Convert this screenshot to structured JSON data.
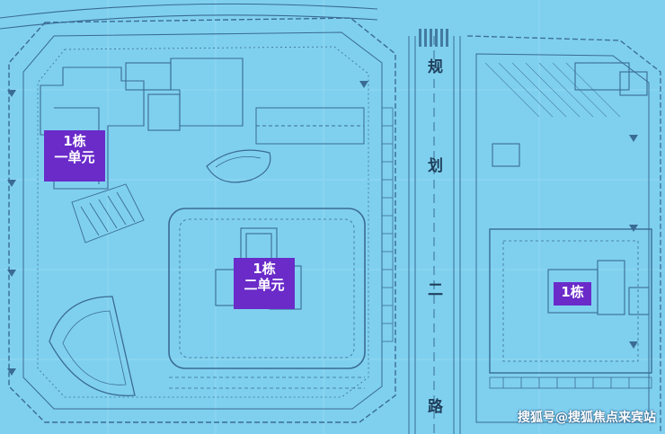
{
  "labels": {
    "unit1_line1": "1栋",
    "unit1_line2": "一单元",
    "unit2_line1": "1栋",
    "unit2_line2": "二单元",
    "unit3": "1栋"
  },
  "road": {
    "char1": "规",
    "char2": "划",
    "char3": "二",
    "char4": "路"
  },
  "watermark": "搜狐号@搜狐焦点来宾站",
  "colors": {
    "background": "#7fd0ef",
    "linework": "#3a6b95",
    "label_bg": "#6a2bc9",
    "label_text": "#ffffff"
  }
}
